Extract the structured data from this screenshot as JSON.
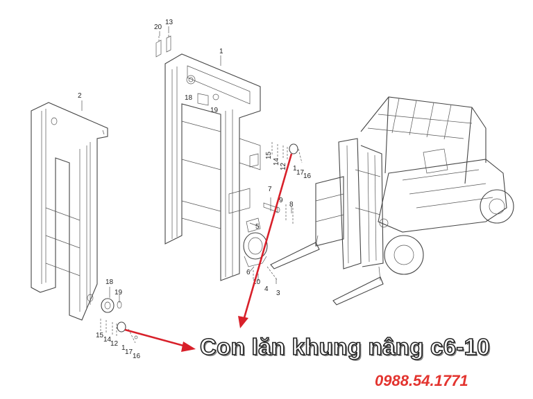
{
  "caption": "Con lăn khung nâng c6-10",
  "phone": "0988.54.1771",
  "part_numbers": {
    "p1": "1",
    "p2": "2",
    "p3": "3",
    "p4": "4",
    "p5": "5",
    "p6": "6",
    "p7": "7",
    "p8": "8",
    "p9": "9",
    "p10": "10",
    "p12a": "12",
    "p14a": "14",
    "p15a": "15",
    "p16a": "16",
    "p17a": "17",
    "p12b": "12",
    "p14b": "14",
    "p15b": "15",
    "p16b": "16",
    "p17b": "17",
    "p13": "13",
    "p20": "20",
    "p18a": "18",
    "p19a": "19",
    "p18b": "18",
    "p19b": "19"
  },
  "colors": {
    "arrow": "#d8202a",
    "phone": "#e3342f",
    "caption_fill": "#ffffff",
    "caption_outline": "#222222"
  }
}
